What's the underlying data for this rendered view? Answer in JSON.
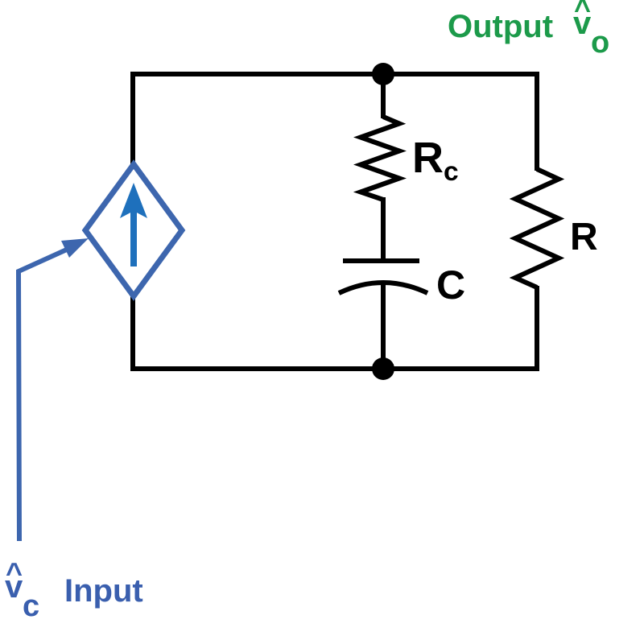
{
  "figure": {
    "type": "circuit-schematic",
    "description": "Dependent current source feeding a series Rc-C branch in parallel with resistor R; output voltage taken across the network"
  },
  "colors": {
    "background": "#ffffff",
    "wire": "#000000",
    "blue": "#3d66ae",
    "blue-bright": "#1e70bc",
    "text-blue": "#3a5fae",
    "green": "#1c9a4a"
  },
  "labels": {
    "output_label": "Output",
    "output_symbol": {
      "hat": "^",
      "base": "v",
      "sub": "o"
    },
    "input_symbol": {
      "hat": "^",
      "base": "v",
      "sub": "c"
    },
    "input_label": "Input",
    "resistor_c": {
      "base": "R",
      "sub": "c"
    },
    "capacitor": "C",
    "resistor": "R"
  },
  "components": [
    {
      "name": "dependent-current-source",
      "symbol": "diamond-with-up-arrow"
    },
    {
      "name": "resistor-rc",
      "label": "Rc"
    },
    {
      "name": "capacitor-c",
      "label": "C"
    },
    {
      "name": "resistor-r",
      "label": "R"
    }
  ]
}
